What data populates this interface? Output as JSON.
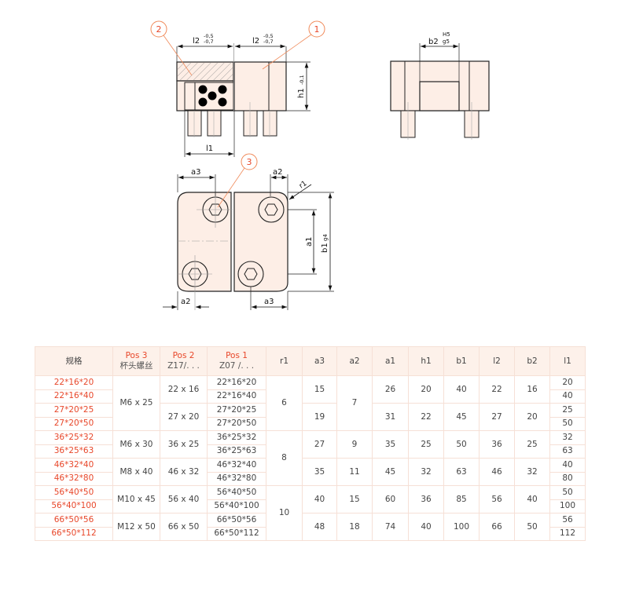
{
  "drawing": {
    "callouts": [
      "1",
      "2",
      "3"
    ],
    "dims": {
      "l2": "l2",
      "l2_tol_upper": "-0,5",
      "l2_tol_lower": "-0,7",
      "h1": "h1",
      "h1_tol": "-0,1",
      "l1": "l1",
      "b2": "b2",
      "b2_fit_upper": "H5",
      "b2_fit_lower": "g5",
      "a3": "a3",
      "a2": "a2",
      "a1": "a1",
      "r1": "r1",
      "b1": "b1",
      "b1_fit": "g4"
    },
    "colors": {
      "fill": "#fdeee6",
      "callout": "#f08a5a",
      "line": "#222222"
    }
  },
  "table": {
    "headers": [
      {
        "main": "规格",
        "sub": ""
      },
      {
        "main": "Pos 3",
        "sub": "杯头螺丝"
      },
      {
        "main": "Pos 2",
        "sub": "Z17/. . ."
      },
      {
        "main": "Pos 1",
        "sub": "Z07 /. . ."
      },
      {
        "main": "r1",
        "sub": ""
      },
      {
        "main": "a3",
        "sub": ""
      },
      {
        "main": "a2",
        "sub": ""
      },
      {
        "main": "a1",
        "sub": ""
      },
      {
        "main": "h1",
        "sub": ""
      },
      {
        "main": "b1",
        "sub": ""
      },
      {
        "main": "l2",
        "sub": ""
      },
      {
        "main": "b2",
        "sub": ""
      },
      {
        "main": "l1",
        "sub": ""
      }
    ],
    "spec": [
      "22*16*20",
      "22*16*40",
      "27*20*25",
      "27*20*50",
      "36*25*32",
      "36*25*63",
      "46*32*40",
      "46*32*80",
      "56*40*50",
      "56*40*100",
      "66*50*56",
      "66*50*112"
    ],
    "pos3": [
      "M6 x 25",
      "M6 x 30",
      "M8 x 40",
      "M10 x 45",
      "M12 x 50"
    ],
    "pos2": [
      "22 x 16",
      "27 x 20",
      "36 x 25",
      "46 x 32",
      "56 x 40",
      "66 x 50"
    ],
    "pos1": [
      "22*16*20",
      "22*16*40",
      "27*20*25",
      "27*20*50",
      "36*25*32",
      "36*25*63",
      "46*32*40",
      "46*32*80",
      "56*40*50",
      "56*40*100",
      "66*50*56",
      "66*50*112"
    ],
    "r1": [
      "6",
      "8",
      "10"
    ],
    "groups": [
      {
        "a3": "15",
        "a1": "26",
        "h1": "20",
        "b1": "40",
        "l2": "22",
        "b2": "16"
      },
      {
        "a3": "19",
        "a1": "31",
        "h1": "22",
        "b1": "45",
        "l2": "27",
        "b2": "20"
      },
      {
        "a3": "27",
        "a1": "35",
        "h1": "25",
        "b1": "50",
        "l2": "36",
        "b2": "25"
      },
      {
        "a3": "35",
        "a1": "45",
        "h1": "32",
        "b1": "63",
        "l2": "46",
        "b2": "32"
      },
      {
        "a3": "40",
        "a1": "60",
        "h1": "36",
        "b1": "85",
        "l2": "56",
        "b2": "40"
      },
      {
        "a3": "48",
        "a1": "74",
        "h1": "40",
        "b1": "100",
        "l2": "66",
        "b2": "50"
      }
    ],
    "a2": [
      "7",
      "9",
      "11",
      "15",
      "18"
    ],
    "l1": [
      "20",
      "40",
      "25",
      "50",
      "32",
      "63",
      "40",
      "80",
      "50",
      "100",
      "56",
      "112"
    ]
  }
}
